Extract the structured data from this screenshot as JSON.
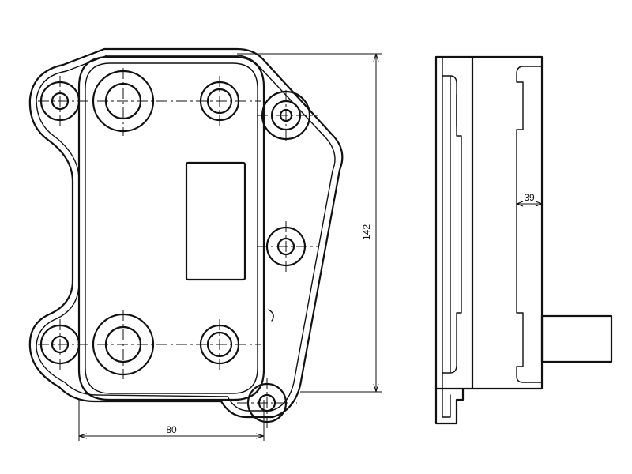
{
  "diagram": {
    "dimensions": {
      "width": "80",
      "height": "142",
      "thickness": "39"
    }
  }
}
